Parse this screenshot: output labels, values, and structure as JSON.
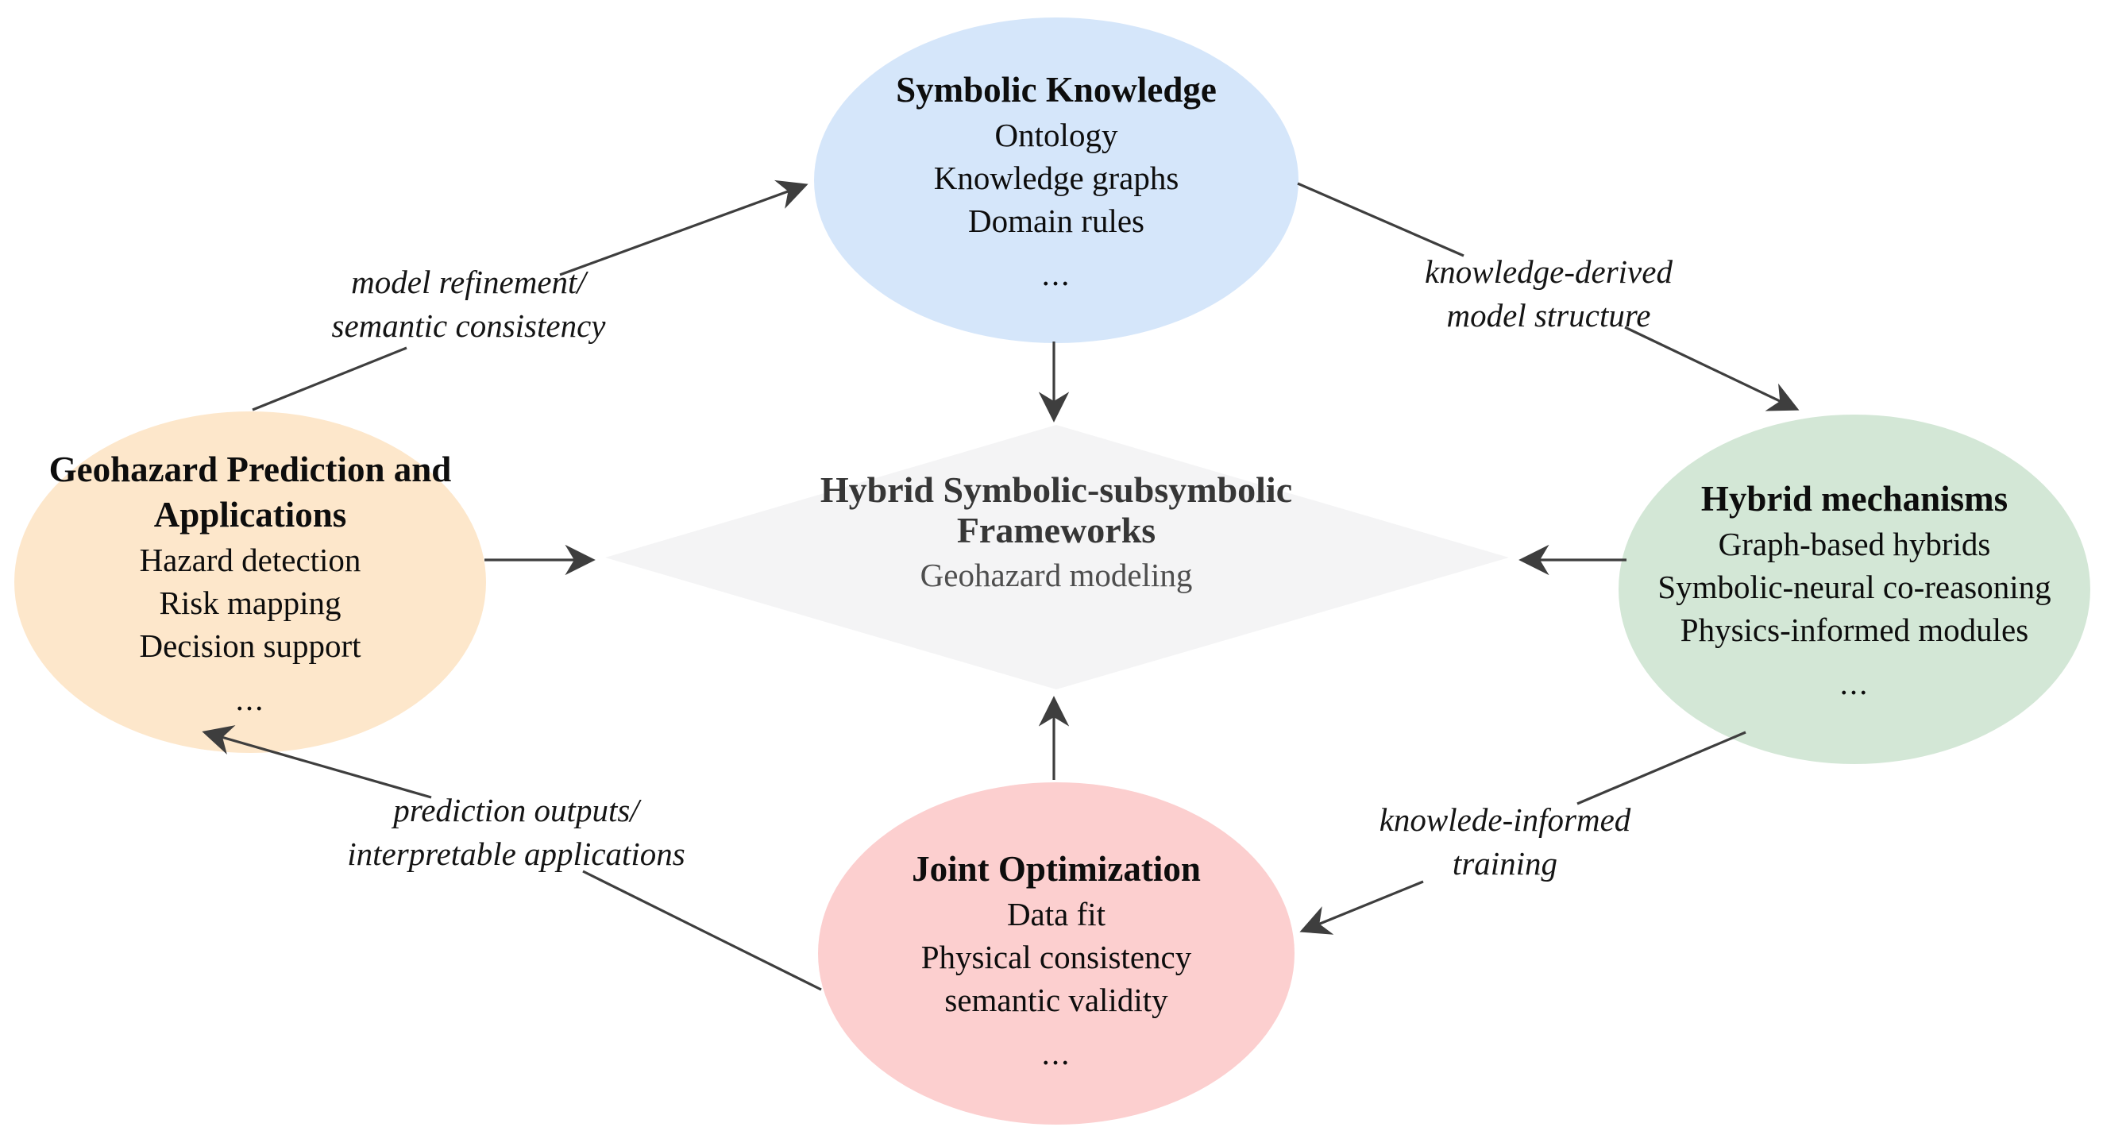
{
  "colors": {
    "background": "#ffffff",
    "node_symbolic": "#d5e6fa",
    "node_geohazard": "#fde7cb",
    "node_hybrid": "#d3e7d6",
    "node_joint": "#fccfcf",
    "diamond": "#f4f4f5",
    "arrow": "#3e3e3e",
    "text": "#0d0d0d",
    "diamond_title_text": "#363636",
    "diamond_subtitle_text": "#4e4e4e"
  },
  "nodes": {
    "symbolic": {
      "title": "Symbolic Knowledge",
      "lines": [
        "Ontology",
        "Knowledge graphs",
        "Domain rules"
      ],
      "more": "..."
    },
    "geohazard": {
      "title_line1": "Geohazard Prediction and",
      "title_line2": "Applications",
      "lines": [
        "Hazard detection",
        "Risk mapping",
        "Decision support"
      ],
      "more": "..."
    },
    "hybrid": {
      "title": "Hybrid mechanisms",
      "lines": [
        "Graph-based hybrids",
        "Symbolic-neural co-reasoning",
        "Physics-informed modules"
      ],
      "more": "..."
    },
    "joint": {
      "title": "Joint Optimization",
      "lines": [
        "Data fit",
        "Physical consistency",
        "semantic validity"
      ],
      "more": "..."
    },
    "center": {
      "title_line1": "Hybrid Symbolic-subsymbolic",
      "title_line2": "Frameworks",
      "subtitle": "Geohazard modeling"
    }
  },
  "edge_labels": {
    "model_refinement": {
      "line1": "model refinement/",
      "line2": "semantic consistency"
    },
    "knowledge_derived": {
      "line1": "knowledge-derived",
      "line2": "model structure"
    },
    "prediction_outputs": {
      "line1": "prediction outputs/",
      "line2": "interpretable applications"
    },
    "knowledge_informed": {
      "line1": "knowlede-informed",
      "line2": "training"
    }
  }
}
